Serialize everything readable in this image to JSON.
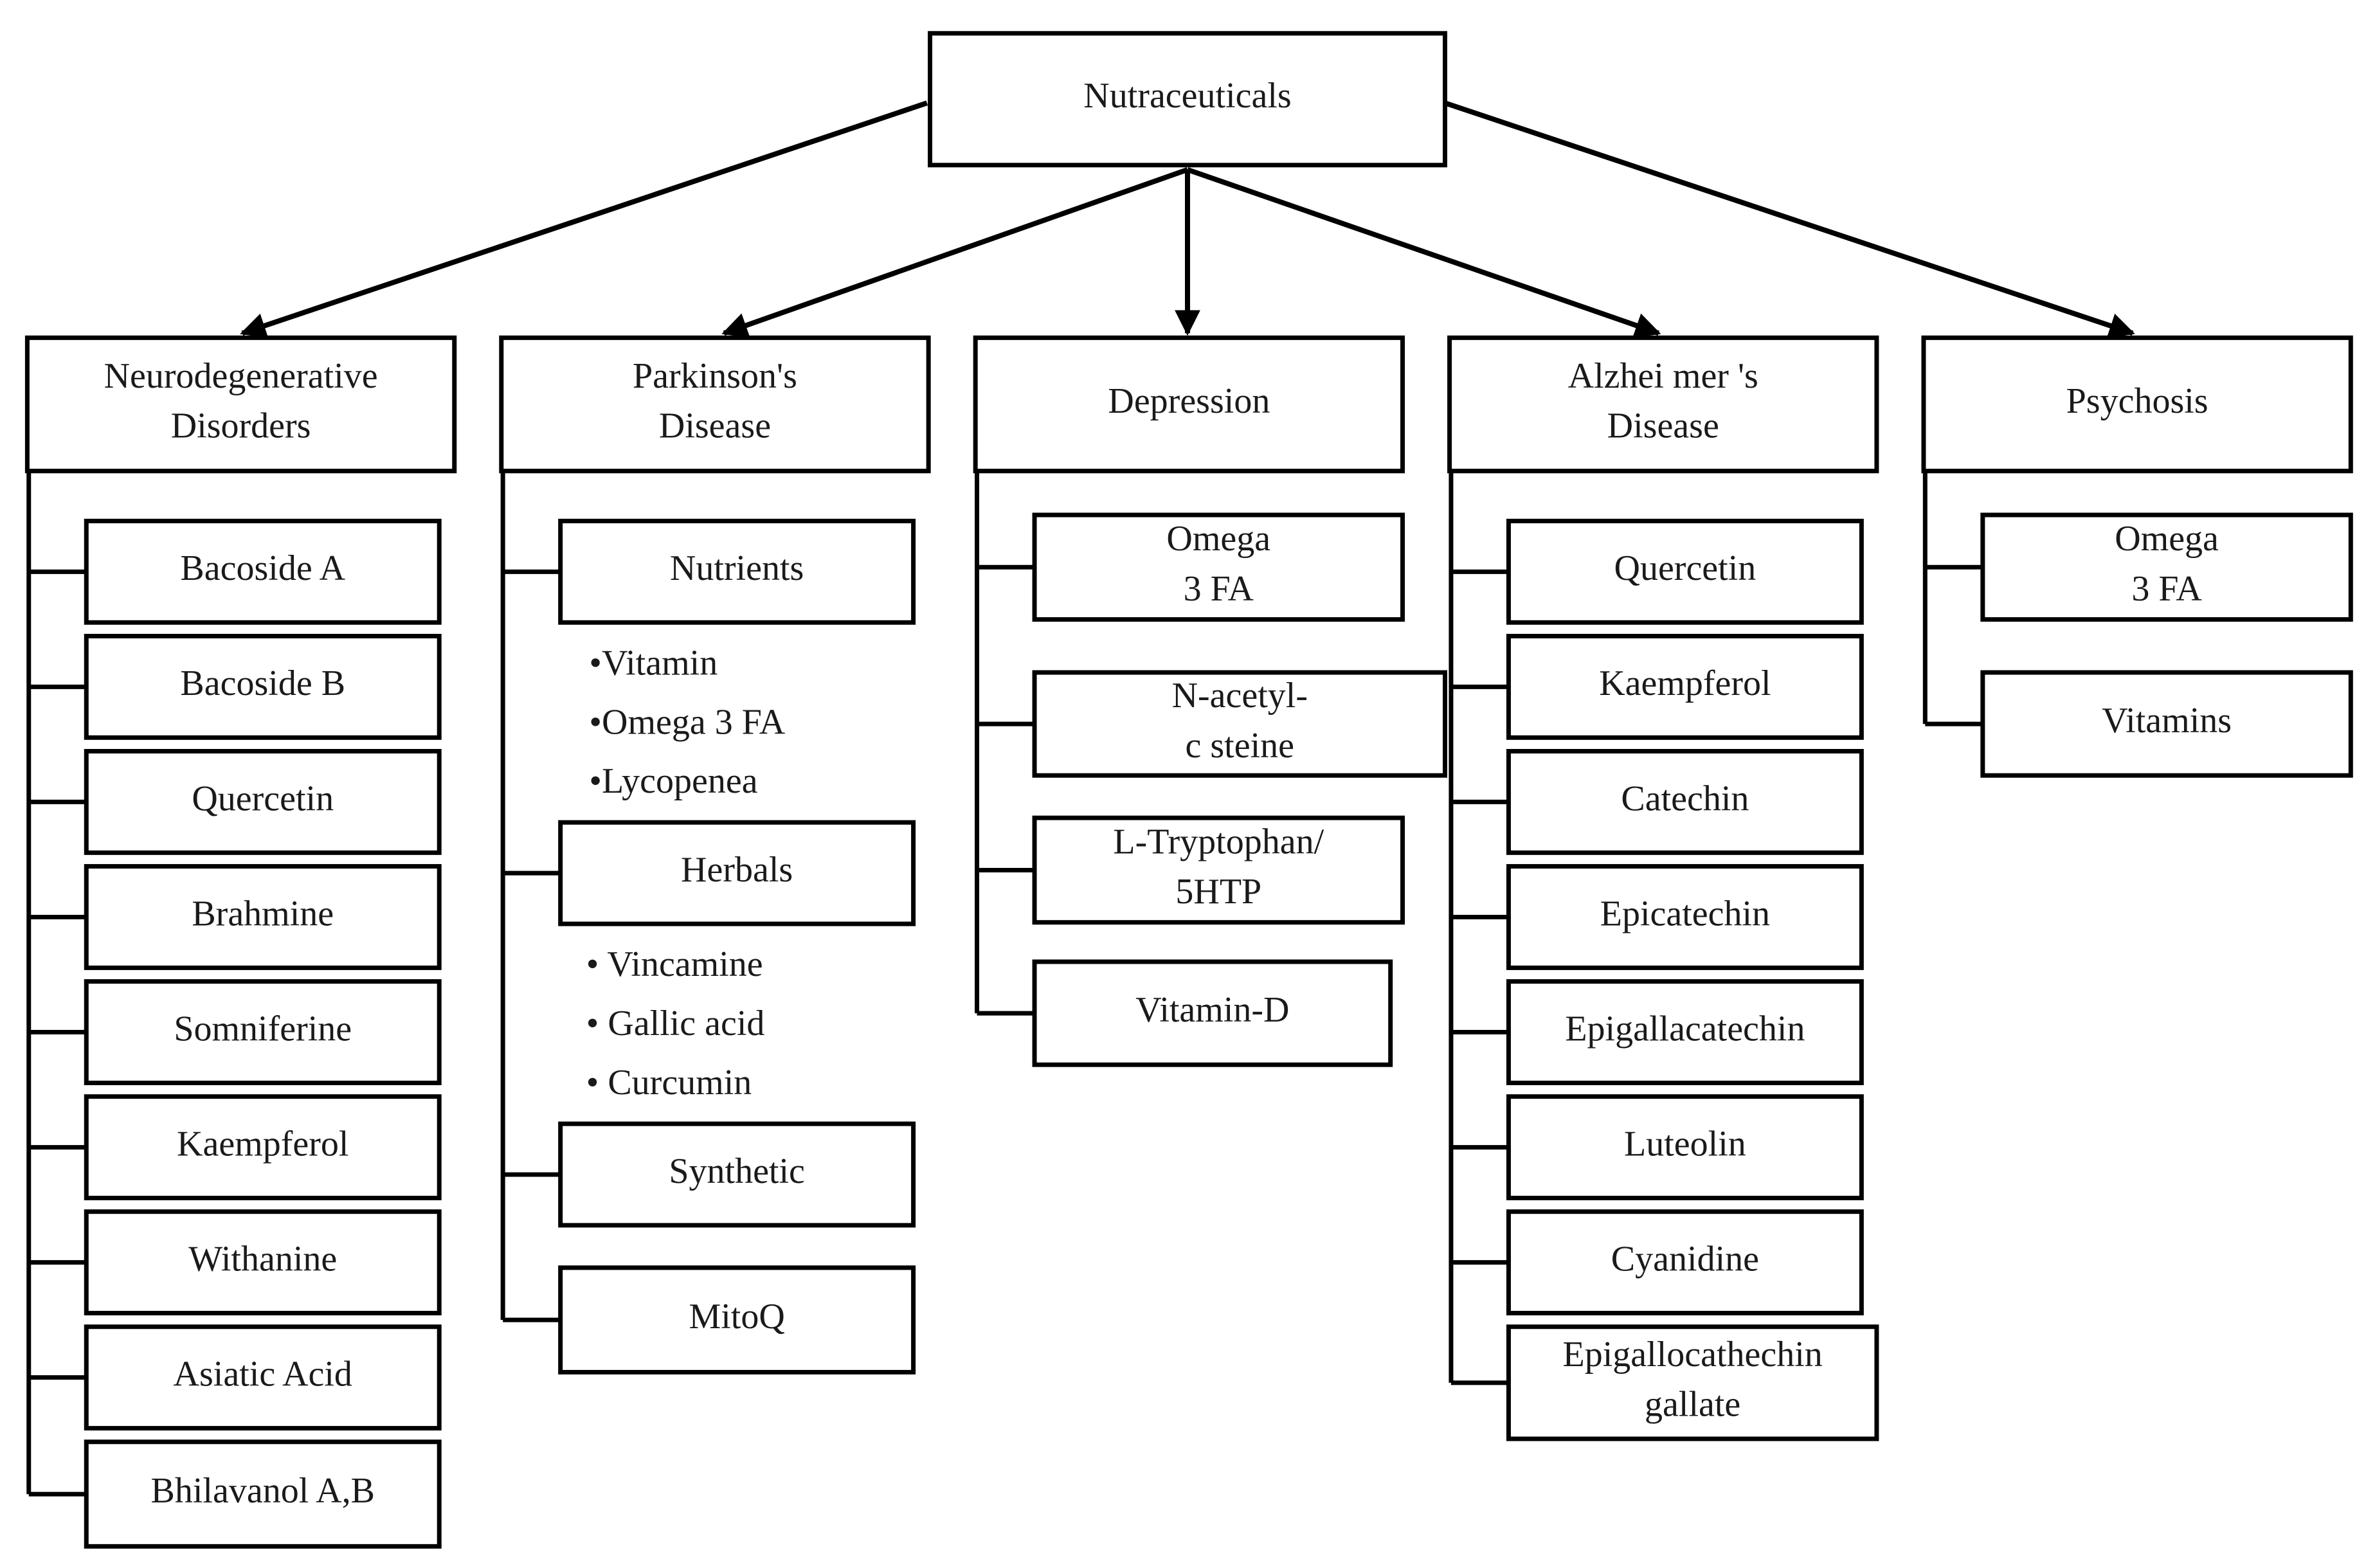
{
  "root": {
    "label": "Nutraceuticals"
  },
  "categories": [
    {
      "title": [
        "Neurodegenerative",
        "Disorders"
      ],
      "items": [
        [
          "Bacoside  A"
        ],
        [
          "Bacoside  B"
        ],
        [
          "Quercetin"
        ],
        [
          "Brahmine"
        ],
        [
          "Somniferine"
        ],
        [
          "Kaempferol"
        ],
        [
          "Withanine"
        ],
        [
          "Asiatic Acid"
        ],
        [
          "Bhilavanol  A,B"
        ]
      ]
    },
    {
      "title": [
        "Parkinson's",
        "Disease"
      ],
      "items": [
        [
          "Nutrients"
        ],
        [
          "Herbals"
        ],
        [
          "Synthetic"
        ],
        [
          "MitoQ"
        ]
      ],
      "bullets": [
        [
          "•Vitamin",
          "•Omega  3 FA",
          "•Lycopenea"
        ],
        [
          "• Vincamine",
          "• Gallic acid",
          "• Curcumin"
        ]
      ]
    },
    {
      "title": [
        "Depression"
      ],
      "items": [
        [
          "Omega",
          "3 FA"
        ],
        [
          "N-acetyl-",
          "c  steine"
        ],
        [
          "L-Tryptophan/",
          "5HTP"
        ],
        [
          "Vitamin-D"
        ]
      ]
    },
    {
      "title": [
        "Alzhei mer 's",
        "Disease"
      ],
      "items": [
        [
          "Quercetin"
        ],
        [
          "Kaempferol"
        ],
        [
          "Catechin"
        ],
        [
          "Epicatechin"
        ],
        [
          "Epigallacatechin"
        ],
        [
          "Luteolin"
        ],
        [
          "Cyanidine"
        ],
        [
          "Epigallocathechin",
          "gallate"
        ]
      ]
    },
    {
      "title": [
        "Psychosis"
      ],
      "items": [
        [
          "Omega",
          "3 FA"
        ],
        [
          "Vitamins"
        ]
      ]
    }
  ]
}
